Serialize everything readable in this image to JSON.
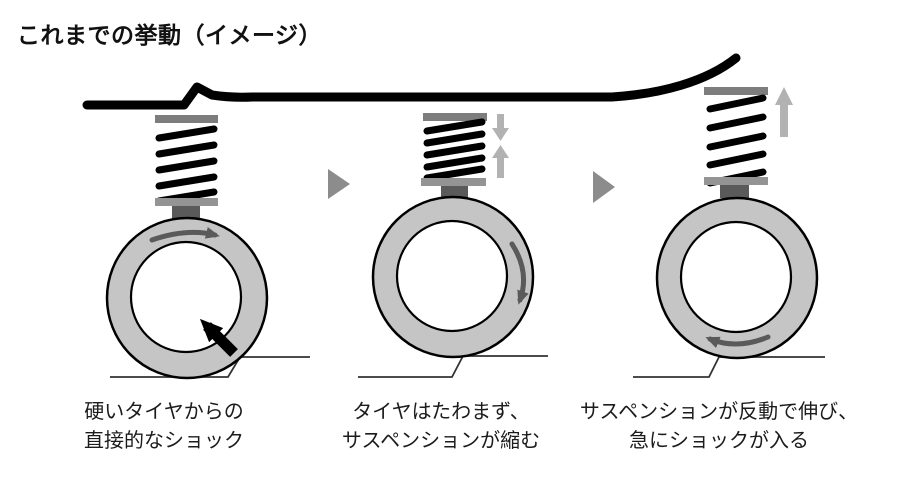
{
  "title": "これまでの挙動（イメージ）",
  "panels": [
    {
      "caption_line1": "硬いタイヤからの",
      "caption_line2": "直接的なショック"
    },
    {
      "caption_line1": "タイヤはたわまず、",
      "caption_line2": "サスペンションが縮む"
    },
    {
      "caption_line1": "サスペンションが反動で伸び、",
      "caption_line2": "急にショックが入る"
    }
  ],
  "colors": {
    "road": "#000000",
    "tire_fill": "#c5c5c5",
    "tire_outline": "#000000",
    "rotation_arrow": "#5a5a5a",
    "shock_arrow": "#000000",
    "light_arrow": "#b2b2b2",
    "mount_top_gray": "#7d7d7d",
    "mount_bottom_gray": "#949494",
    "mount_stem_gray": "#5a5a5a",
    "next_arrow_gray": "#8c8c8c"
  },
  "icons": {
    "next_arrow": "▶",
    "compression_down_arrow": "↓",
    "compression_up_arrow": "↑",
    "rebound_up_arrow": "↑"
  }
}
